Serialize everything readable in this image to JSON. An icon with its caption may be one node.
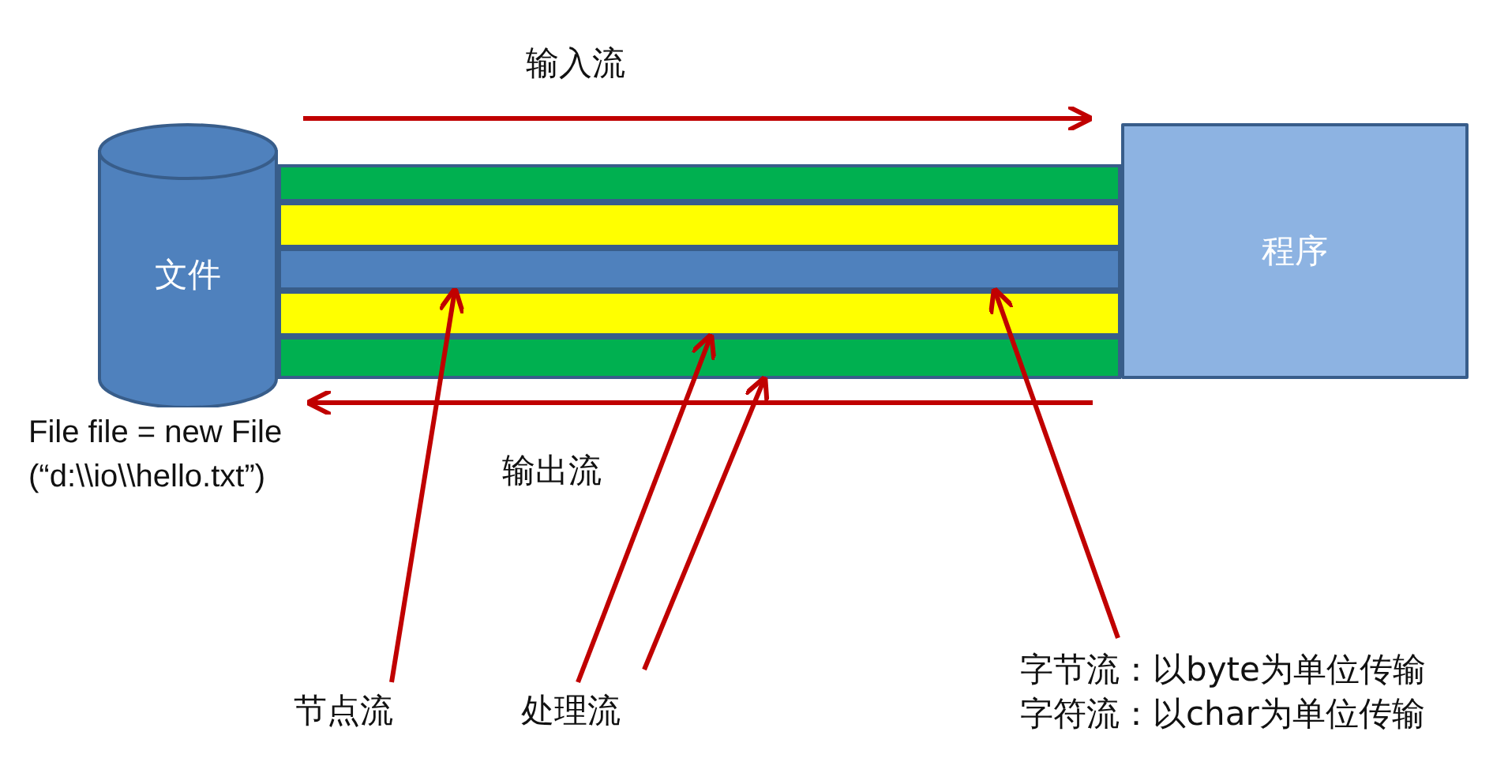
{
  "diagram": {
    "nodes": [
      {
        "text": [
          "文件"
        ],
        "beside": [
          "File file = new File(“d:\\\\io\\\\hello.txt”)"
        ]
      },
      {
        "text": [
          "程序"
        ]
      },
      {
        "text": [],
        "shape": "bar"
      },
      {
        "text": [],
        "shape": "bar"
      },
      {
        "text": [],
        "shape": "bar"
      },
      {
        "text": [],
        "shape": "bar"
      },
      {
        "text": [],
        "shape": "bar"
      },
      {
        "text": [
          "节点流"
        ]
      },
      {
        "text": [
          "处理流"
        ]
      },
      {
        "text": [
          "字节流：以byte为单位传输",
          "字符流：以char为单位传输"
        ]
      }
    ],
    "edges": [
      {
        "from": 7,
        "to": 4,
        "arrow": "to"
      },
      {
        "from": 8,
        "to": 5,
        "arrow": "to"
      },
      {
        "from": 8,
        "to": 6,
        "arrow": "to"
      },
      {
        "from": 9,
        "to": 4,
        "arrow": "to"
      }
    ],
    "labels": [
      "输入流",
      "输出流"
    ]
  }
}
